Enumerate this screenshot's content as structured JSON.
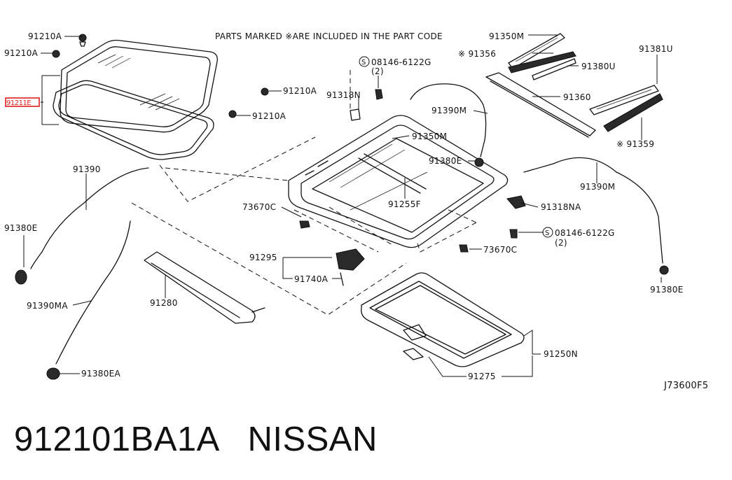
{
  "note": "PARTS MARKED ※ARE INCLUDED IN THE PART CODE",
  "diagram_code": "J73600F5",
  "caption": "912101BA1A   NISSAN",
  "highlight_color": "#e0201a",
  "labels": {
    "p91210A_1": "91210A",
    "p91210A_2": "91210A",
    "p91211E": "91211E",
    "p91210A_3": "91210A",
    "p91210A_4": "91210A",
    "p91318N": "91318N",
    "p08146_a": "08146-6122G",
    "p08146_a_qty": "(2)",
    "p91350M_1": "91350M",
    "p91356": "※ 91356",
    "p91380U": "91380U",
    "p91381U": "91381U",
    "p91360": "91360",
    "p91390M_1": "91390M",
    "p91350M_2": "91350M",
    "p91380E_1": "91380E",
    "p91359": "※ 91359",
    "p91390": "91390",
    "p91390M_2": "91390M",
    "p91255F": "91255F",
    "p73670C_1": "73670C",
    "p91318NA": "91318NA",
    "p91380E_2": "91380E",
    "p08146_b": "08146-6122G",
    "p08146_b_qty": "(2)",
    "p73670C_2": "73670C",
    "p91295": "91295",
    "p91740A": "91740A",
    "p91390MA": "91390MA",
    "p91280": "91280",
    "p91380E_3": "91380E",
    "p91250N": "91250N",
    "p91275": "91275",
    "p91380EA": "91380EA"
  }
}
